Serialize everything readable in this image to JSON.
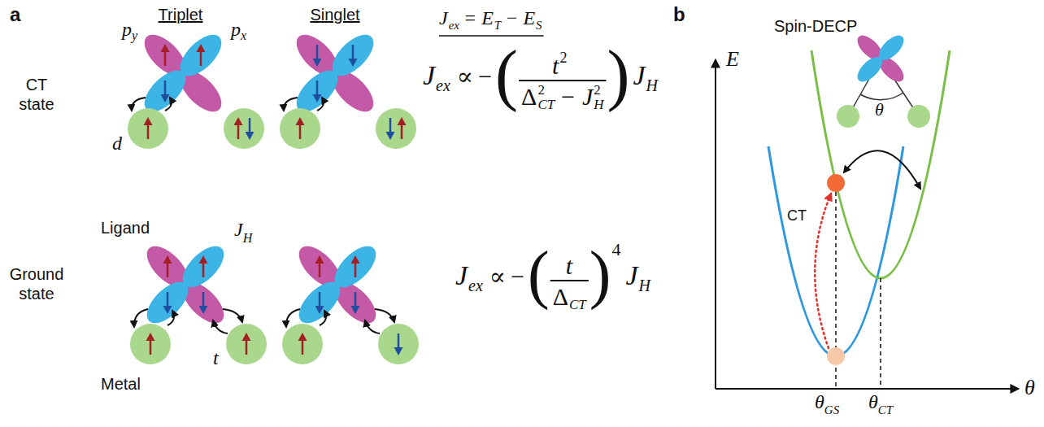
{
  "diagram": {
    "labels": [
      "a",
      "Triplet",
      "Singlet",
      "J",
      "ex",
      "= E",
      "T",
      "− E",
      "S",
      "CT state",
      "p",
      "y",
      "p",
      "x",
      "d",
      "J",
      "ex",
      "∝",
      "−",
      "(",
      "t",
      "2",
      "Δ",
      "CT",
      "2",
      "− J",
      "H",
      "2",
      ")",
      "J",
      "H",
      "Ground state",
      "Ligand",
      "J",
      "H",
      "J",
      "ex",
      "∝",
      "−",
      "(",
      "t",
      "Δ",
      "CT",
      ")",
      "4",
      "J",
      "H",
      "t",
      "Metal",
      "b",
      "Spin-DECP",
      "E",
      "θ",
      "CT",
      "θ",
      "θ",
      "GS",
      "θ",
      "CT"
    ]
  }
}
